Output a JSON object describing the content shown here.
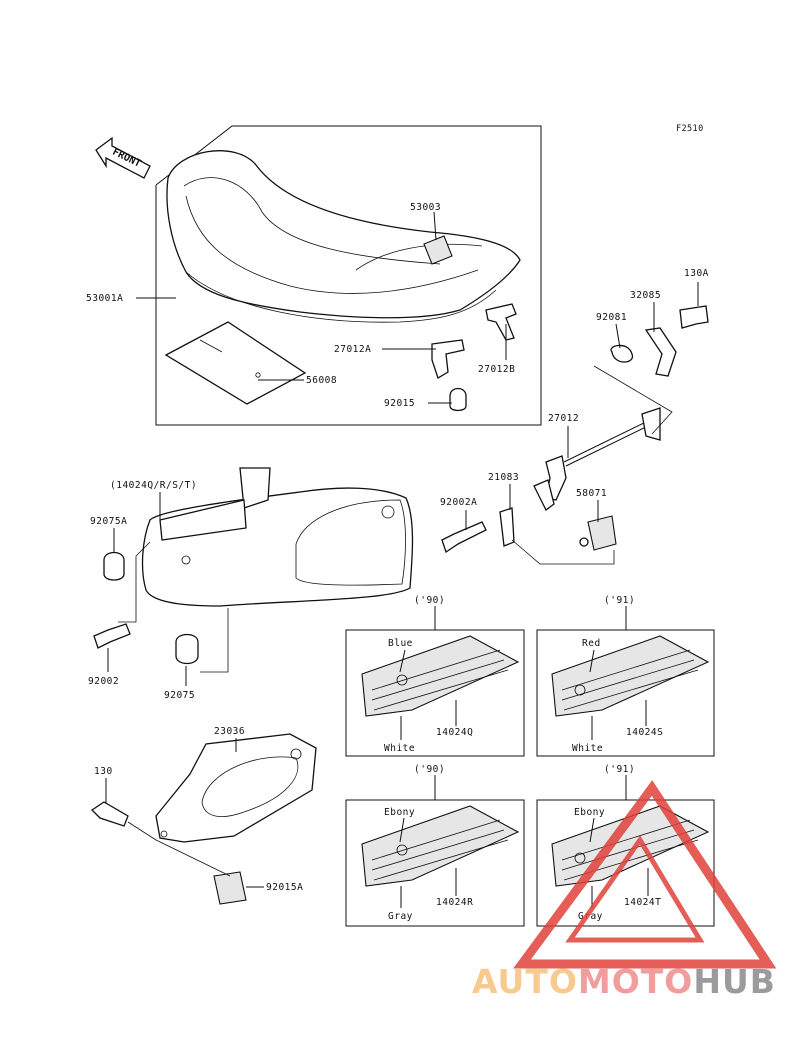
{
  "figure_code": "F2510",
  "front_label": "FRONT",
  "parts": {
    "p53003": "53003",
    "p53001A": "53001A",
    "p56008": "56008",
    "p27012A": "27012A",
    "p27012B": "27012B",
    "p92015": "92015",
    "p130A": "130A",
    "p32085": "32085",
    "p92081": "92081",
    "p27012": "27012",
    "p21083": "21083",
    "p92002A": "92002A",
    "p58071": "58071",
    "p14024_group": "(14024Q/R/S/T)",
    "p92075A": "92075A",
    "p92002": "92002",
    "p92075": "92075",
    "p23036": "23036",
    "p130": "130",
    "p92015A": "92015A"
  },
  "panels": [
    {
      "year": "('90)",
      "top_color": "Blue",
      "bottom_color": "White",
      "part": "14024Q"
    },
    {
      "year": "('91)",
      "top_color": "Red",
      "bottom_color": "White",
      "part": "14024S"
    },
    {
      "year": "('90)",
      "top_color": "Ebony",
      "bottom_color": "Gray",
      "part": "14024R"
    },
    {
      "year": "('91)",
      "top_color": "Ebony",
      "bottom_color": "Gray",
      "part": "14024T"
    }
  ],
  "watermark": {
    "part1": "AUTO",
    "part2": "MOTO",
    "part3": "HUB",
    "color1": "#f6c27d",
    "color2": "#f08c8c",
    "color3": "#8a8a8a",
    "triangle_color": "#e0413a"
  }
}
